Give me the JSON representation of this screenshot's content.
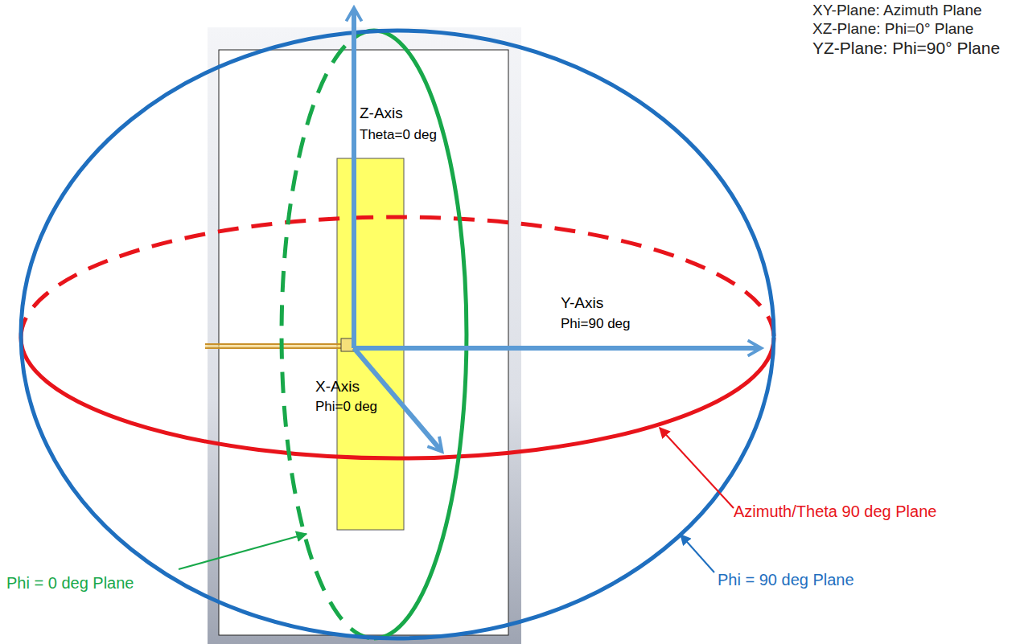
{
  "diagram": {
    "labels": [
      "XY-Plane: Azimuth Plane",
      "XZ-Plane: Phi=0° Plane",
      "YZ-Plane: Phi=90° Plane",
      "Z-Axis",
      "Theta=0 deg",
      "Y-Axis",
      "Phi=90 deg",
      "X-Axis",
      "Phi=0 deg",
      "Azimuth/Theta 90 deg Plane",
      "Phi = 90 deg Plane",
      "Phi = 0 deg Plane"
    ]
  }
}
